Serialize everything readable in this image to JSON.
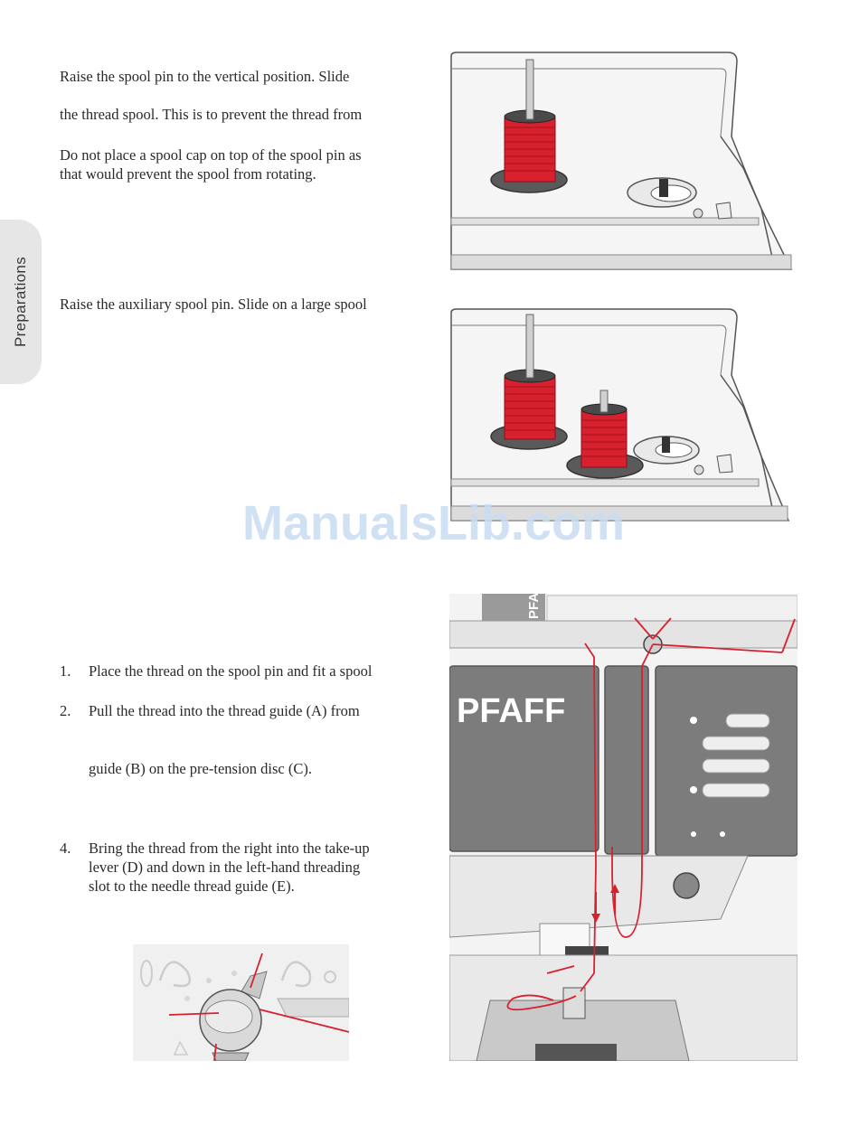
{
  "side_tab": {
    "label": "Preparations"
  },
  "sections": {
    "main_spool": {
      "line1": "Raise the spool pin to the vertical position. Slide",
      "line2": "the thread spool. This is to prevent the thread from",
      "line3": "Do not place a spool cap on top of the spool pin as",
      "line4": "that would prevent the spool from rotating."
    },
    "aux_spool": {
      "line1": "Raise the auxiliary spool pin. Slide on a large spool"
    },
    "threading": {
      "steps": [
        {
          "num": "1.",
          "lines": [
            "Place the thread on the spool pin and fit a spool"
          ]
        },
        {
          "num": "2.",
          "lines": [
            "Pull the thread into the thread guide (A) from"
          ]
        },
        {
          "num": "",
          "lines": [
            "guide (B) on the pre-tension disc (C)."
          ]
        },
        {
          "num": "4.",
          "lines": [
            "Bring the thread from the right into the take-up",
            "lever (D) and down in the left-hand threading",
            "slot to the needle thread guide (E)."
          ]
        }
      ]
    }
  },
  "machine": {
    "brand_label": "PFAFF",
    "brand_vertical": "PFA"
  },
  "watermark": "ManualsLib.com",
  "colors": {
    "thread": "#d8202e",
    "panel": "#7c7c7c",
    "side_tab": "#e6e6e6"
  }
}
